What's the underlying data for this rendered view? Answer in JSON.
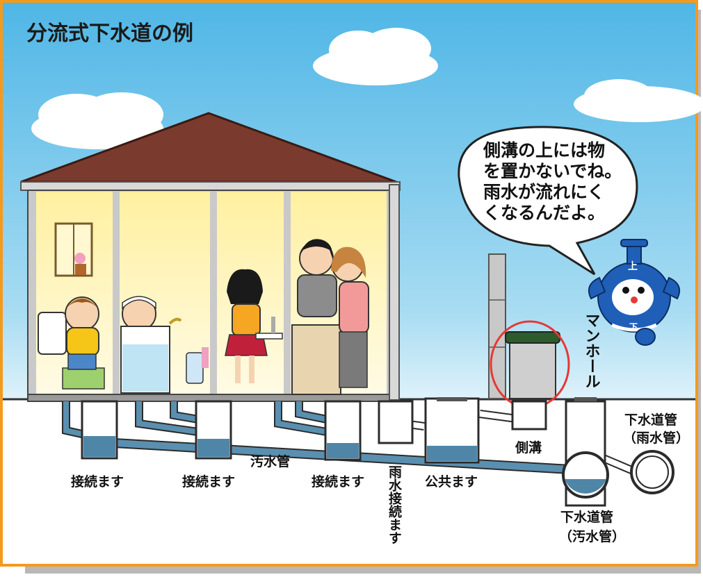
{
  "title": "分流式下水道の例",
  "speech_bubble": {
    "lines": [
      "側溝の上には物",
      "を置かないでね。",
      "雨水が流れにく",
      "くなるんだよ。"
    ]
  },
  "mascot": {
    "cap_char": "上",
    "belly_char": "下"
  },
  "labels": {
    "manhole": "マンホール",
    "sokkou": "側溝",
    "setsuzoku_1": "接続ます",
    "setsuzoku_2": "接続ます",
    "setsuzoku_3": "接続ます",
    "osuikan": "汚水管",
    "usui_setsuzoku": "雨水接続ます",
    "koukyou": "公共ます",
    "gesui_usui_line1": "下水道管",
    "gesui_usui_line2": "（雨水管）",
    "gesui_osui_line1": "下水道管",
    "gesui_osui_line2": "（汚水管）"
  },
  "colors": {
    "border": "#f39a1e",
    "sky_top": "#5bbce8",
    "sky_bottom": "#ffffff",
    "roof": "#7a3b2e",
    "room": "#fff4b0",
    "pipe": "#5a8fb0",
    "water": "#4f86a8",
    "highlight": "#e53935",
    "mascot": "#1f5fb8"
  }
}
